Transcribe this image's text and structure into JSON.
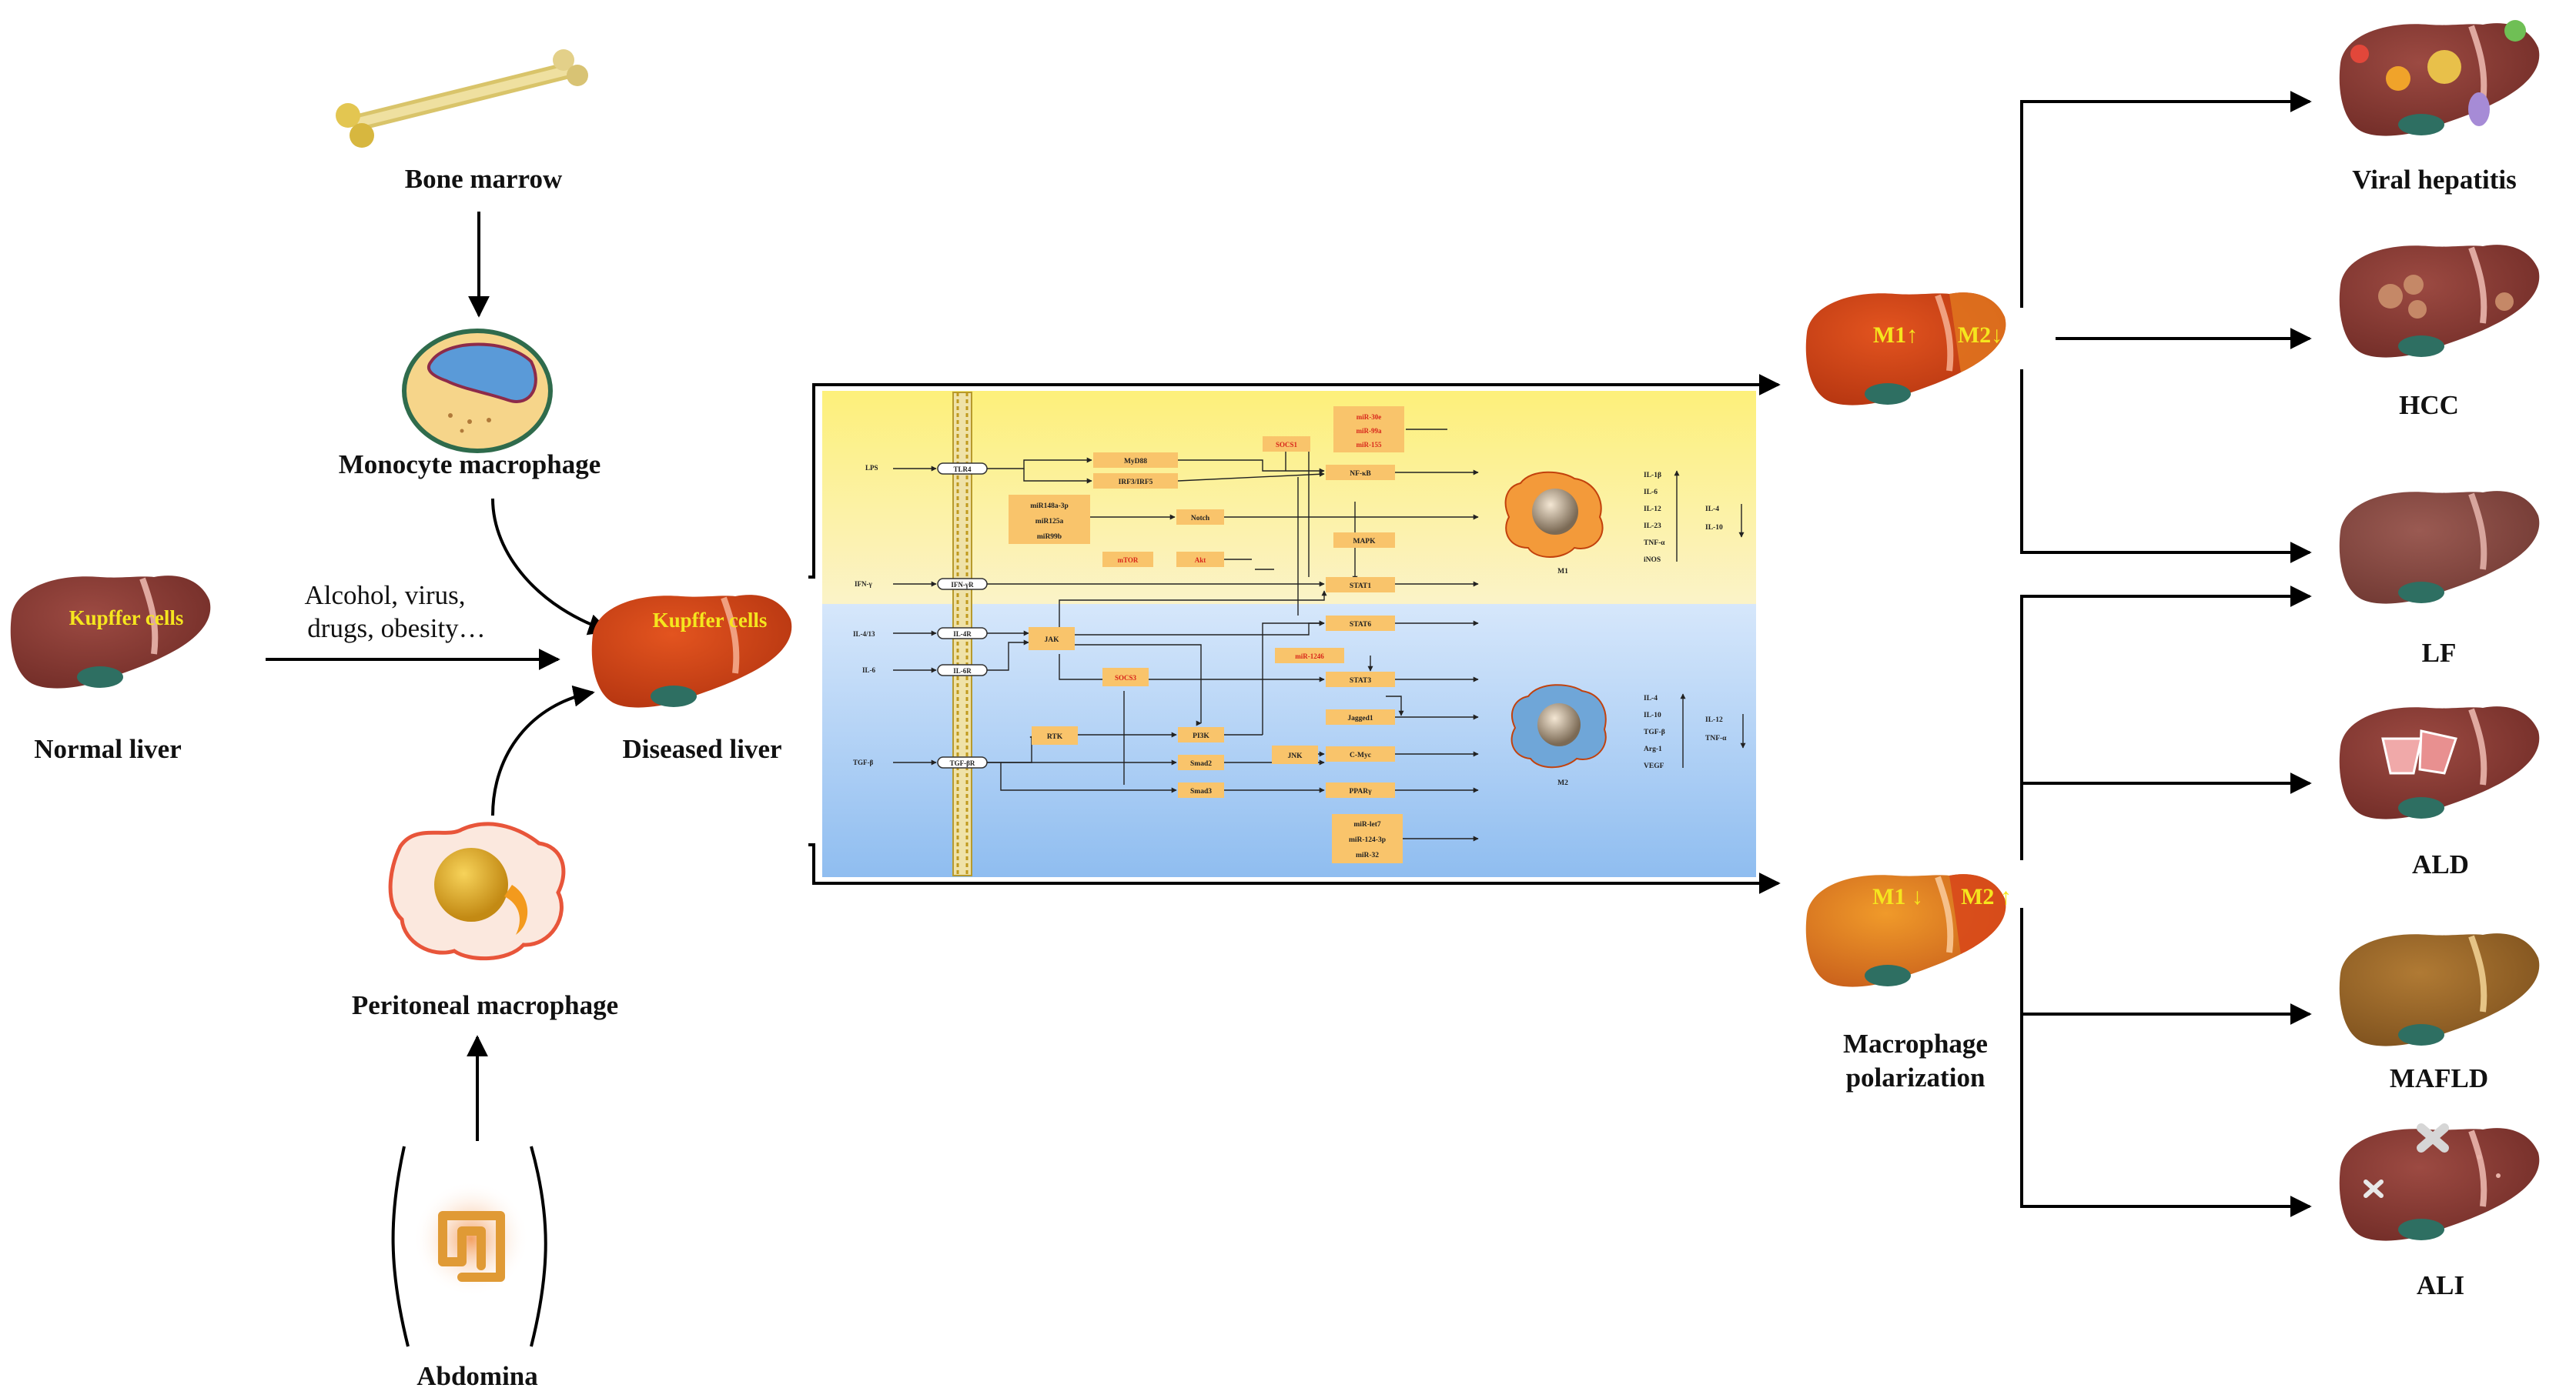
{
  "left": {
    "bone_marrow": "Bone marrow",
    "monocyte_macrophage": "Monocyte macrophage",
    "peritoneal_macrophage": "Peritoneal macrophage",
    "abdomina": "Abdomina",
    "normal_liver": "Normal liver",
    "diseased_liver": "Diseased liver",
    "kupffer_cells": "Kupffer cells",
    "triggers_line1": "Alcohol, virus,",
    "triggers_line2": "drugs, obesity…"
  },
  "polarization": {
    "top_m1": "M1↑",
    "top_m2": "M2↓",
    "bottom_m1": "M1 ↓",
    "bottom_m2": "M2 ↑",
    "label_line1": "Macrophage",
    "label_line2": "polarization"
  },
  "outcomes": [
    "Viral hepatitis",
    "HCC",
    "LF",
    "ALD",
    "MAFLD",
    "ALI"
  ],
  "pathway": {
    "ligands": [
      "LPS",
      "IFN-γ",
      "IL-4/13",
      "IL-6",
      "TGF-β"
    ],
    "receptors": [
      "TLR4",
      "IFN-γR",
      "IL-4R",
      "IL-6R",
      "TGF-βR"
    ],
    "myd88": "MyD88",
    "irf": "IRF3/IRF5",
    "mirna_group1": [
      "miR148a-3p",
      "miR125a",
      "miR99b"
    ],
    "notch": "Notch",
    "mtor": "mTOR",
    "akt": "Akt",
    "socs1": "SOCS1",
    "mirna_top": [
      "miR-30e",
      "miR-99a",
      "miR-155"
    ],
    "nfkb": "NF-κB",
    "mapk": "MAPK",
    "stat1": "STAT1",
    "stat6": "STAT6",
    "mir1246": "miR-1246",
    "stat3": "STAT3",
    "jak": "JAK",
    "socs3": "SOCS3",
    "rtk": "RTK",
    "pi3k": "PI3K",
    "smad2": "Smad2",
    "smad3": "Smad3",
    "jnk": "JNK",
    "jagged1": "Jagged1",
    "cmyc": "C-Myc",
    "ppar": "PPARγ",
    "mirna_bottom": [
      "miR-let7",
      "miR-124-3p",
      "miR-32"
    ],
    "m1": "M1",
    "m2": "M2",
    "m1_up": [
      "IL-1β",
      "IL-6",
      "IL-12",
      "IL-23",
      "TNF-α",
      "iNOS"
    ],
    "m1_down": [
      "IL-4",
      "IL-10"
    ],
    "m2_up": [
      "IL-4",
      "IL-10",
      "TGF-β",
      "Arg-1",
      "VEGF"
    ],
    "m2_down": [
      "IL-12",
      "TNF-α"
    ]
  },
  "colors": {
    "liver_normal": "#8a3b34",
    "liver_diseased": "#d2441c",
    "liver_top": "#c0471f",
    "liver_bottom_m2": "#e07a22",
    "gene_box": "#f9c46b",
    "pathway_yellow": "#fbf1a6",
    "pathway_blue": "#b9d6f5",
    "kupffer_text": "#f5e61e"
  }
}
